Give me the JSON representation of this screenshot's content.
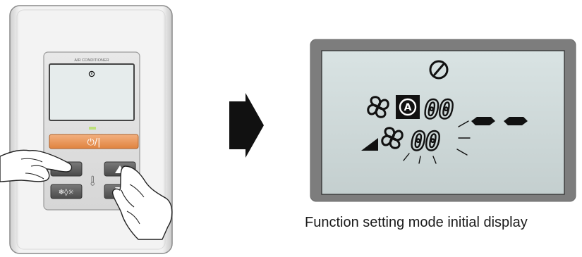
{
  "remote": {
    "screen_label": "AIR CONDITIONER",
    "power_button_label": "⏻/|",
    "left_button_1_icon": "fan-icon",
    "left_button_2_icon": "mode-icons",
    "temp_up_icon": "triangle-up-icon",
    "temp_down_icon": "triangle-down-icon"
  },
  "arrow": {
    "icon": "arrow-right-icon"
  },
  "display": {
    "top_icon": "timer-icon",
    "fan_icon": "fan-icon",
    "auto_icon": "auto-mode-icon",
    "row1_digits": "00",
    "row2_digits": "00"
  },
  "caption": "Function setting mode initial display"
}
